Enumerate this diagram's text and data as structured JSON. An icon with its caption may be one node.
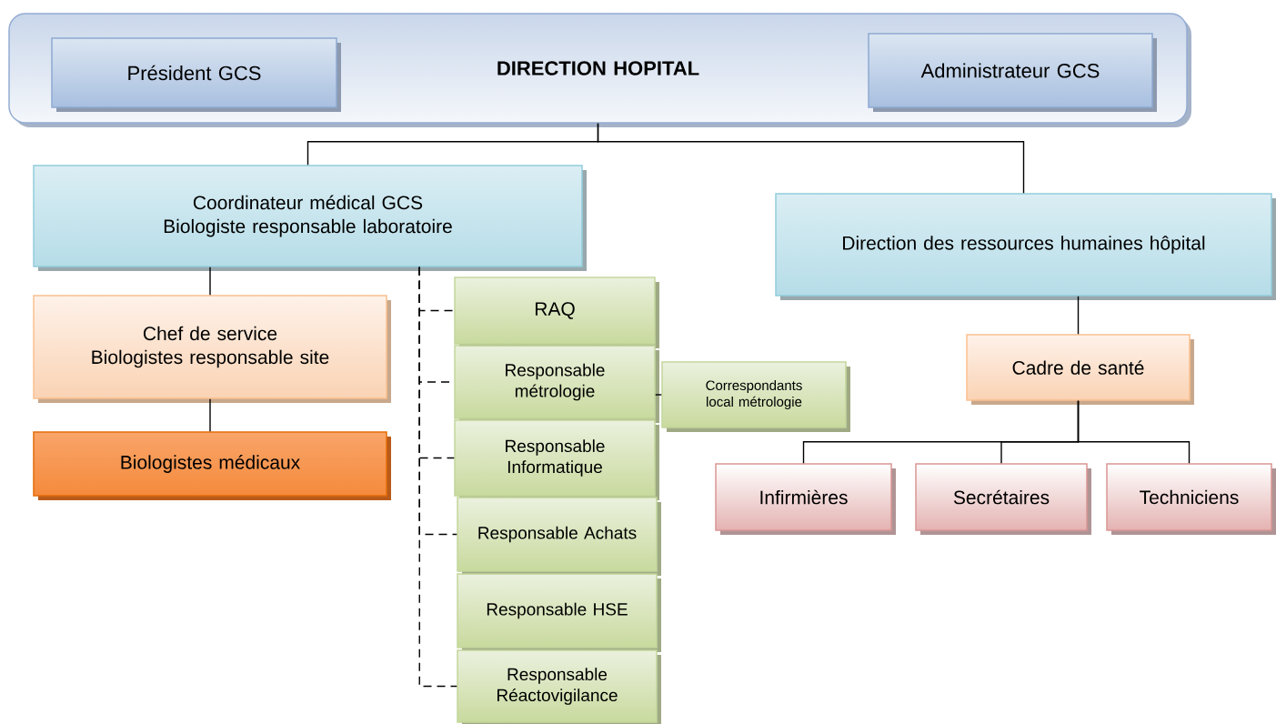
{
  "diagram": {
    "nodes": [
      {
        "text": [
          "DIRECTION HOPITAL"
        ]
      },
      {
        "text": [
          "Président GCS"
        ],
        "in": 0
      },
      {
        "text": [
          "Administrateur GCS"
        ],
        "in": 0
      },
      {
        "text": [
          "Coordinateur médical GCS",
          "Biologiste responsable laboratoire"
        ]
      },
      {
        "text": [
          "Direction des ressources humaines hôpital"
        ]
      },
      {
        "text": [
          "Chef de service",
          "Biologistes responsable site"
        ]
      },
      {
        "text": [
          "Biologistes médicaux"
        ]
      },
      {
        "text": [
          "RAQ"
        ]
      },
      {
        "text": [
          "Responsable métrologie"
        ]
      },
      {
        "text": [
          "Correspondants local métrologie"
        ]
      },
      {
        "text": [
          "Responsable Informatique"
        ]
      },
      {
        "text": [
          "Responsable Achats"
        ]
      },
      {
        "text": [
          "Responsable HSE"
        ]
      },
      {
        "text": [
          "Responsable Réactovigilance"
        ]
      },
      {
        "text": [
          "Cadre de santé"
        ]
      },
      {
        "text": [
          "Infirmières"
        ]
      },
      {
        "text": [
          "Secrétaires"
        ]
      },
      {
        "text": [
          "Techniciens"
        ]
      }
    ],
    "edges": [
      {
        "from": 0,
        "to": 3,
        "arrow": "none"
      },
      {
        "from": 0,
        "to": 4,
        "arrow": "none"
      },
      {
        "from": 3,
        "to": 5,
        "arrow": "none"
      },
      {
        "from": 5,
        "to": 6,
        "arrow": "none"
      },
      {
        "from": 3,
        "to": 7,
        "arrow": "none",
        "style": "dashed"
      },
      {
        "from": 3,
        "to": 8,
        "arrow": "none",
        "style": "dashed"
      },
      {
        "from": 3,
        "to": 10,
        "arrow": "none",
        "style": "dashed"
      },
      {
        "from": 3,
        "to": 11,
        "arrow": "none",
        "style": "dashed"
      },
      {
        "from": 3,
        "to": 13,
        "arrow": "none",
        "style": "dashed"
      },
      {
        "from": 8,
        "to": 9,
        "arrow": "none"
      },
      {
        "from": 4,
        "to": 14,
        "arrow": "none"
      },
      {
        "from": 14,
        "to": 15,
        "arrow": "none"
      },
      {
        "from": 14,
        "to": 16,
        "arrow": "none"
      },
      {
        "from": 14,
        "to": 17,
        "arrow": "none"
      }
    ]
  }
}
